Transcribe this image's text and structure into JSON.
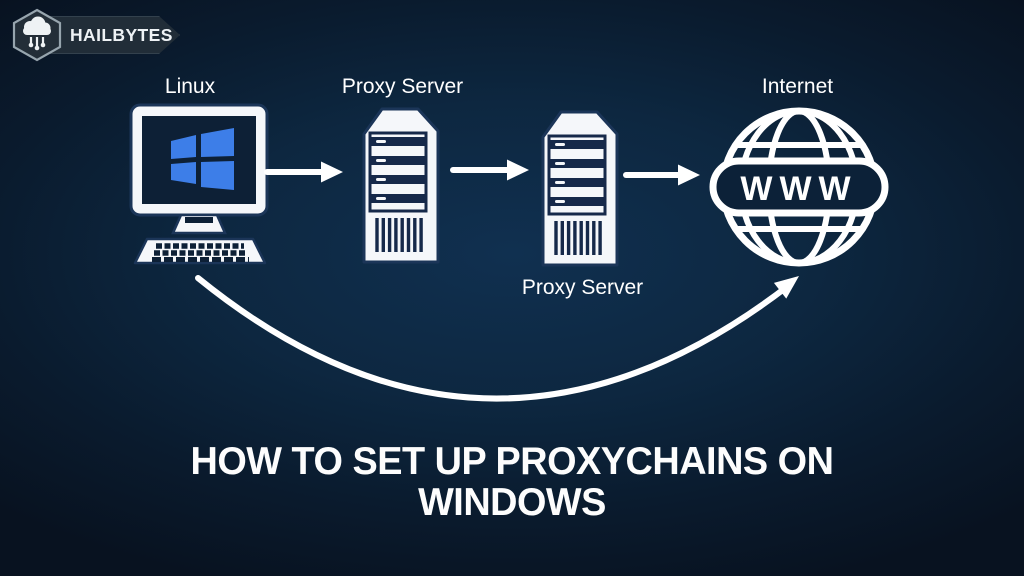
{
  "brand": {
    "name": "HAILBYTES"
  },
  "diagram": {
    "nodes": [
      {
        "id": "linux",
        "label": "Linux",
        "icon": "desktop-computer-icon"
      },
      {
        "id": "proxy-server-1",
        "label": "Proxy Server",
        "icon": "server-tower-icon"
      },
      {
        "id": "proxy-server-2",
        "label": "Proxy Server",
        "icon": "server-tower-icon"
      },
      {
        "id": "internet",
        "label": "Internet",
        "icon": "www-globe-icon"
      }
    ],
    "globe_text": "WWW",
    "flow": [
      "linux → proxy-server-1",
      "proxy-server-1 → proxy-server-2",
      "proxy-server-2 → internet",
      "linux → internet (curved bypass arrow)"
    ]
  },
  "title": {
    "line1": "HOW TO SET UP PROXYCHAINS ON",
    "line2": "WINDOWS"
  },
  "colors": {
    "background_center": "#103050",
    "background_edge": "#081220",
    "icon_white": "#f5f7fa",
    "icon_outline_navy": "#16294a",
    "screen_navy": "#0d2036",
    "windows_blue": "#3d7ee8",
    "text": "#ffffff"
  }
}
